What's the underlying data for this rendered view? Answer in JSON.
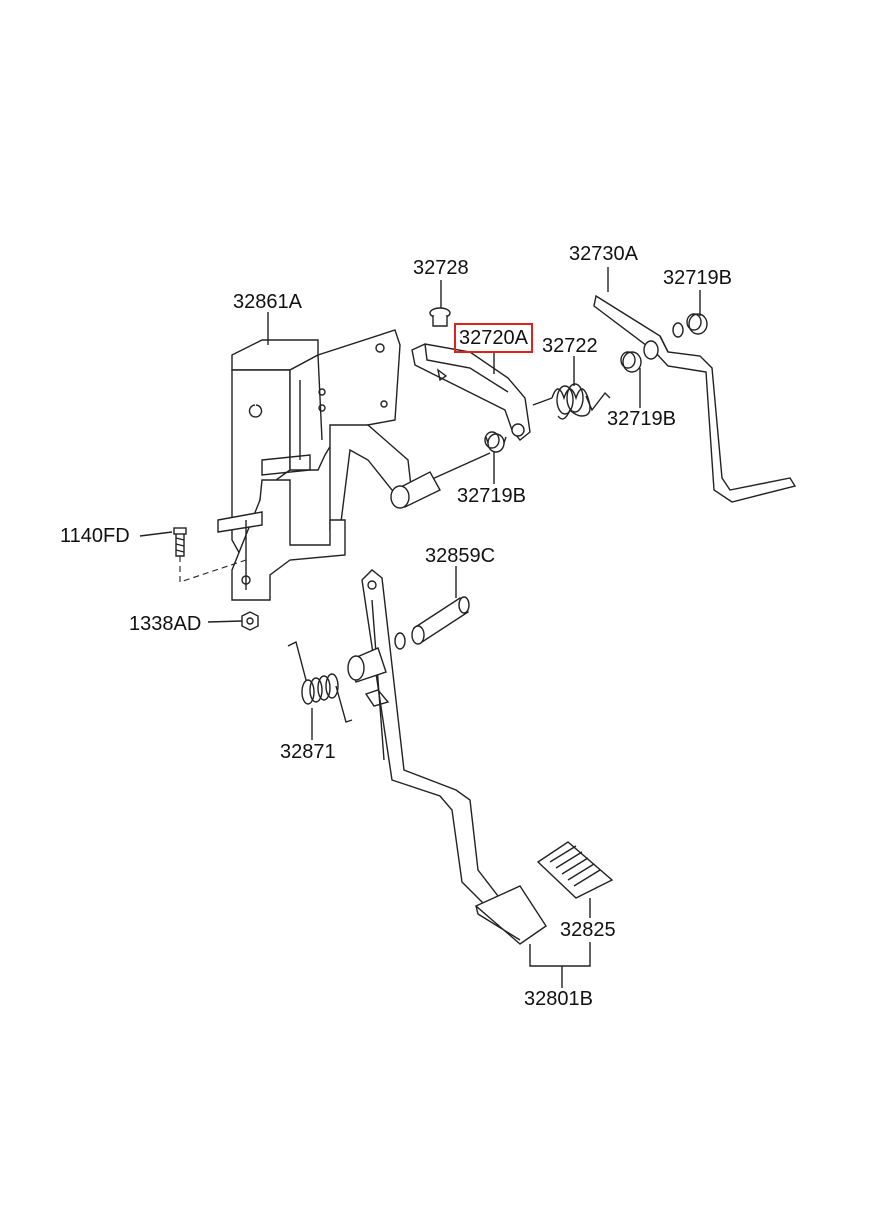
{
  "diagram": {
    "labels": {
      "p32728": "32728",
      "p32861A": "32861A",
      "p32720A": "32720A",
      "p32722": "32722",
      "p32730A": "32730A",
      "p32719B_top": "32719B",
      "p32719B_mid": "32719B",
      "p32719B_low": "32719B",
      "p1140FD": "1140FD",
      "p1338AD": "1338AD",
      "p32859C": "32859C",
      "p32871": "32871",
      "p32825": "32825",
      "p32801B": "32801B"
    },
    "highlighted_part": "32720A",
    "highlight_color": "#e0201c"
  }
}
